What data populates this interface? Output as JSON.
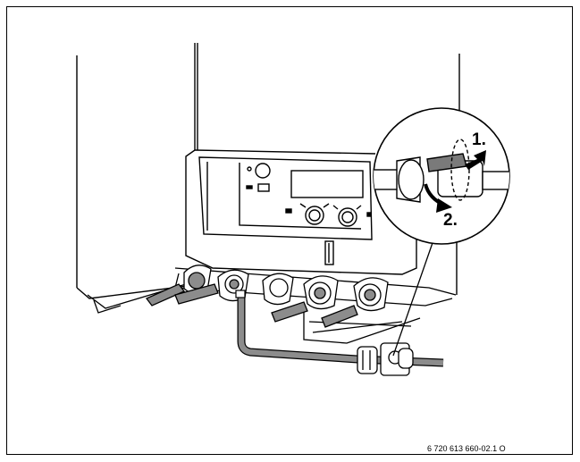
{
  "figure": {
    "step_labels": [
      "1.",
      "2."
    ],
    "figure_id": "6 720 613 660-02.1 O",
    "colors": {
      "line": "#000000",
      "pipe_fill": "#8c8c8c",
      "pipe_dark": "#6e6e6e",
      "valve_handle": "#7a7a7a",
      "background": "#ffffff"
    },
    "icons": [
      "rotate-arrow-icon",
      "press-arrow-icon"
    ]
  }
}
